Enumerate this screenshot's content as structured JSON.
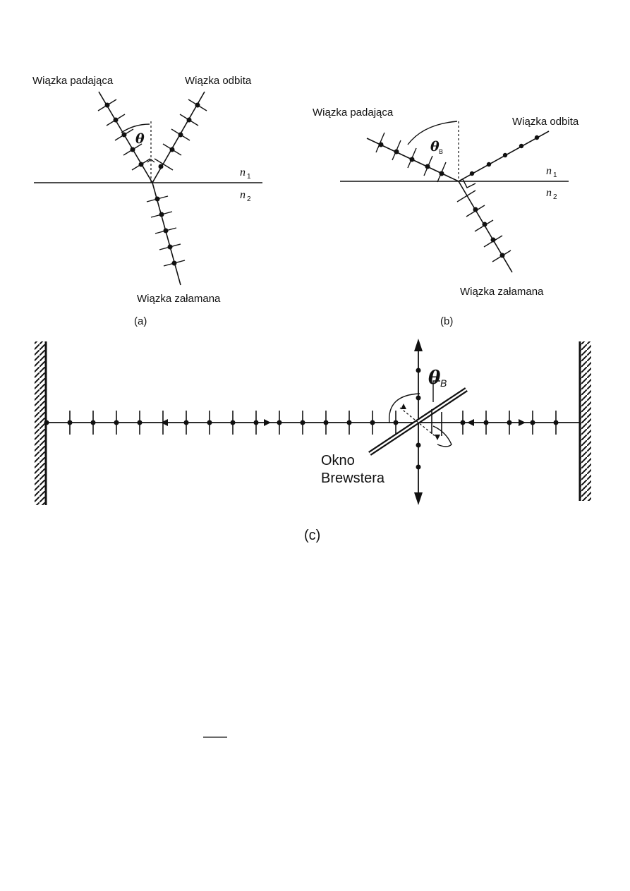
{
  "panel_a": {
    "incident_label": "Wiązka padająca",
    "reflected_label": "Wiązka odbita",
    "refracted_label": "Wiązka załamana",
    "angle_symbol": "θ",
    "medium1_symbol": "n",
    "medium1_sub": "1",
    "medium2_symbol": "n",
    "medium2_sub": "2",
    "caption": "(a)"
  },
  "panel_b": {
    "incident_label": "Wiązka padająca",
    "reflected_label": "Wiązka odbita",
    "refracted_label": "Wiązka załamana",
    "angle_symbol": "θ",
    "angle_sub": "B",
    "medium1_symbol": "n",
    "medium1_sub": "1",
    "medium2_symbol": "n",
    "medium2_sub": "2",
    "caption": "(b)"
  },
  "panel_c": {
    "angle_symbol": "θ",
    "angle_sub": "B",
    "window_label_line1": "Okno",
    "window_label_line2": "Brewstera",
    "caption": "(c)"
  },
  "colors": {
    "ink": "#111111",
    "background": "#ffffff"
  }
}
